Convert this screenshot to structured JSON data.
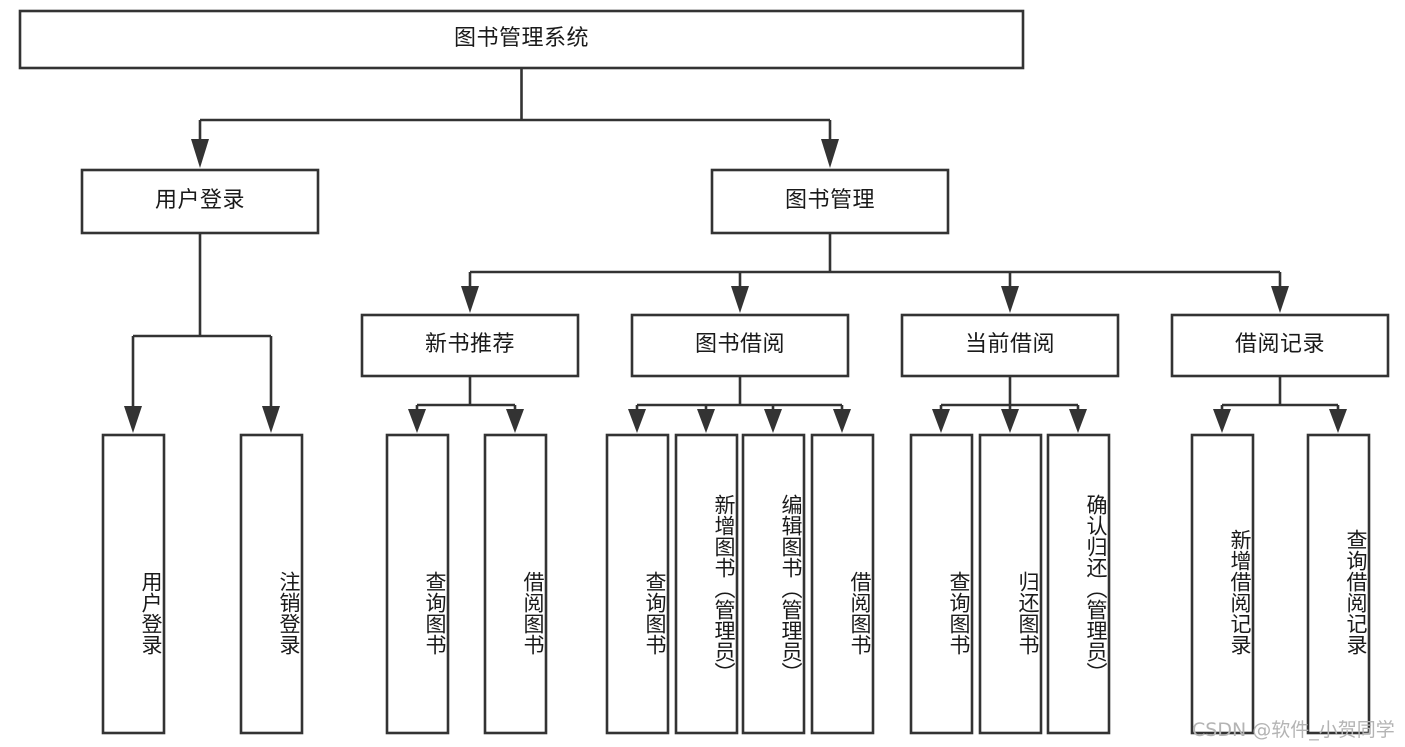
{
  "diagram": {
    "type": "tree-hierarchy",
    "orientation": "top-down",
    "root": {
      "label": "图书管理系统",
      "text_direction": "horizontal"
    },
    "level2": [
      {
        "label": "用户登录",
        "text_direction": "horizontal"
      },
      {
        "label": "图书管理",
        "text_direction": "horizontal"
      }
    ],
    "level3": [
      {
        "label": "新书推荐",
        "text_direction": "horizontal"
      },
      {
        "label": "图书借阅",
        "text_direction": "horizontal"
      },
      {
        "label": "当前借阅",
        "text_direction": "horizontal"
      },
      {
        "label": "借阅记录",
        "text_direction": "horizontal"
      }
    ],
    "leaves": {
      "user_login": [
        {
          "label": "用户登录",
          "text_direction": "vertical"
        },
        {
          "label": "注销登录",
          "text_direction": "vertical"
        }
      ],
      "new_book_recommend": [
        {
          "label": "查询图书",
          "text_direction": "vertical"
        },
        {
          "label": "借阅图书",
          "text_direction": "vertical"
        }
      ],
      "book_borrow": [
        {
          "label": "查询图书",
          "text_direction": "vertical"
        },
        {
          "label": "新增图书（管理员）",
          "text_direction": "vertical"
        },
        {
          "label": "编辑图书（管理员）",
          "text_direction": "vertical"
        },
        {
          "label": "借阅图书",
          "text_direction": "vertical"
        }
      ],
      "current_borrow": [
        {
          "label": "查询图书",
          "text_direction": "vertical"
        },
        {
          "label": "归还图书",
          "text_direction": "vertical"
        },
        {
          "label": "确认归还（管理员）",
          "text_direction": "vertical"
        }
      ],
      "borrow_record": [
        {
          "label": "新增借阅记录",
          "text_direction": "vertical"
        },
        {
          "label": "查询借阅记录",
          "text_direction": "vertical"
        }
      ]
    }
  },
  "watermark": {
    "text": "CSDN @软件_小贺同学"
  },
  "colors": {
    "stroke": "#333333",
    "box_fill": "#ffffff",
    "text": "#1a1a1a",
    "watermark": "#b4b4b4",
    "background": "#ffffff"
  }
}
